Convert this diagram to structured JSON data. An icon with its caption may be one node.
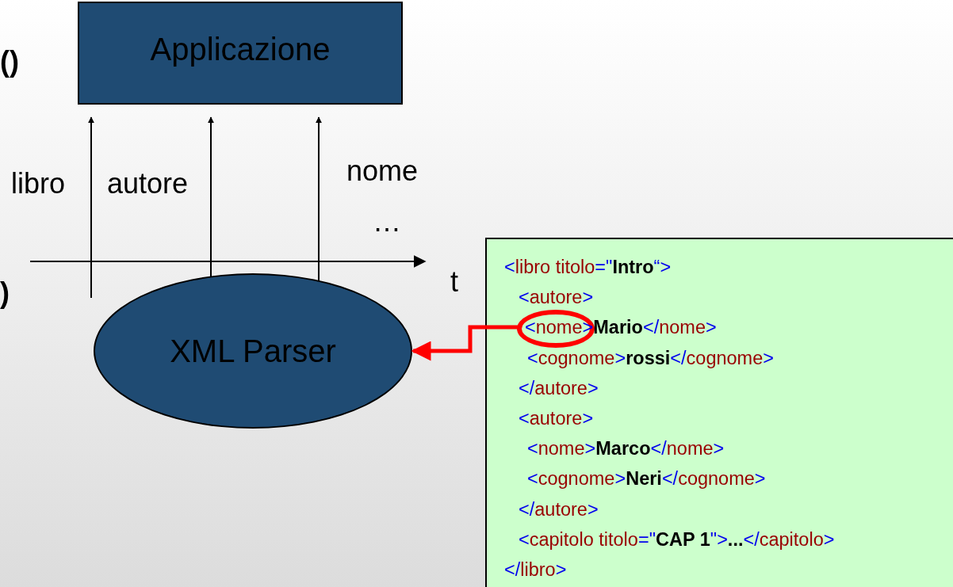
{
  "diagram": {
    "nodes": [
      {
        "text": [
          "Applicazione"
        ]
      },
      {
        "text": [
          "XML Parser"
        ]
      },
      {
        "text": [
          "<libro titolo=\"**Intro**“>",
          "<autore>",
          "<nome>**Mario**</nome>",
          "<cognome>**rossi**</cognome>",
          "</autore>",
          "<autore>",
          "<nome>**Marco**</nome>",
          "<cognome>**Neri**</cognome>",
          "</autore>",
          "<capitolo titolo=\"**CAP 1**\">**...**</capitolo>",
          "</libro>"
        ]
      },
      {
        "text": [],
        "shape": "circle",
        "in": 2
      }
    ],
    "edges": [
      {
        "from": 1,
        "to": 0,
        "arrow": "to",
        "label": "libro"
      },
      {
        "from": 1,
        "to": 0,
        "arrow": "to",
        "label": "autore"
      },
      {
        "from": 1,
        "to": 0,
        "arrow": "to",
        "label": "nome"
      },
      {
        "from": 3,
        "to": 1,
        "arrow": "to",
        "style": "thick",
        "color": "#ff0000"
      }
    ],
    "labels": [
      "()",
      "…",
      "t",
      ")"
    ]
  }
}
